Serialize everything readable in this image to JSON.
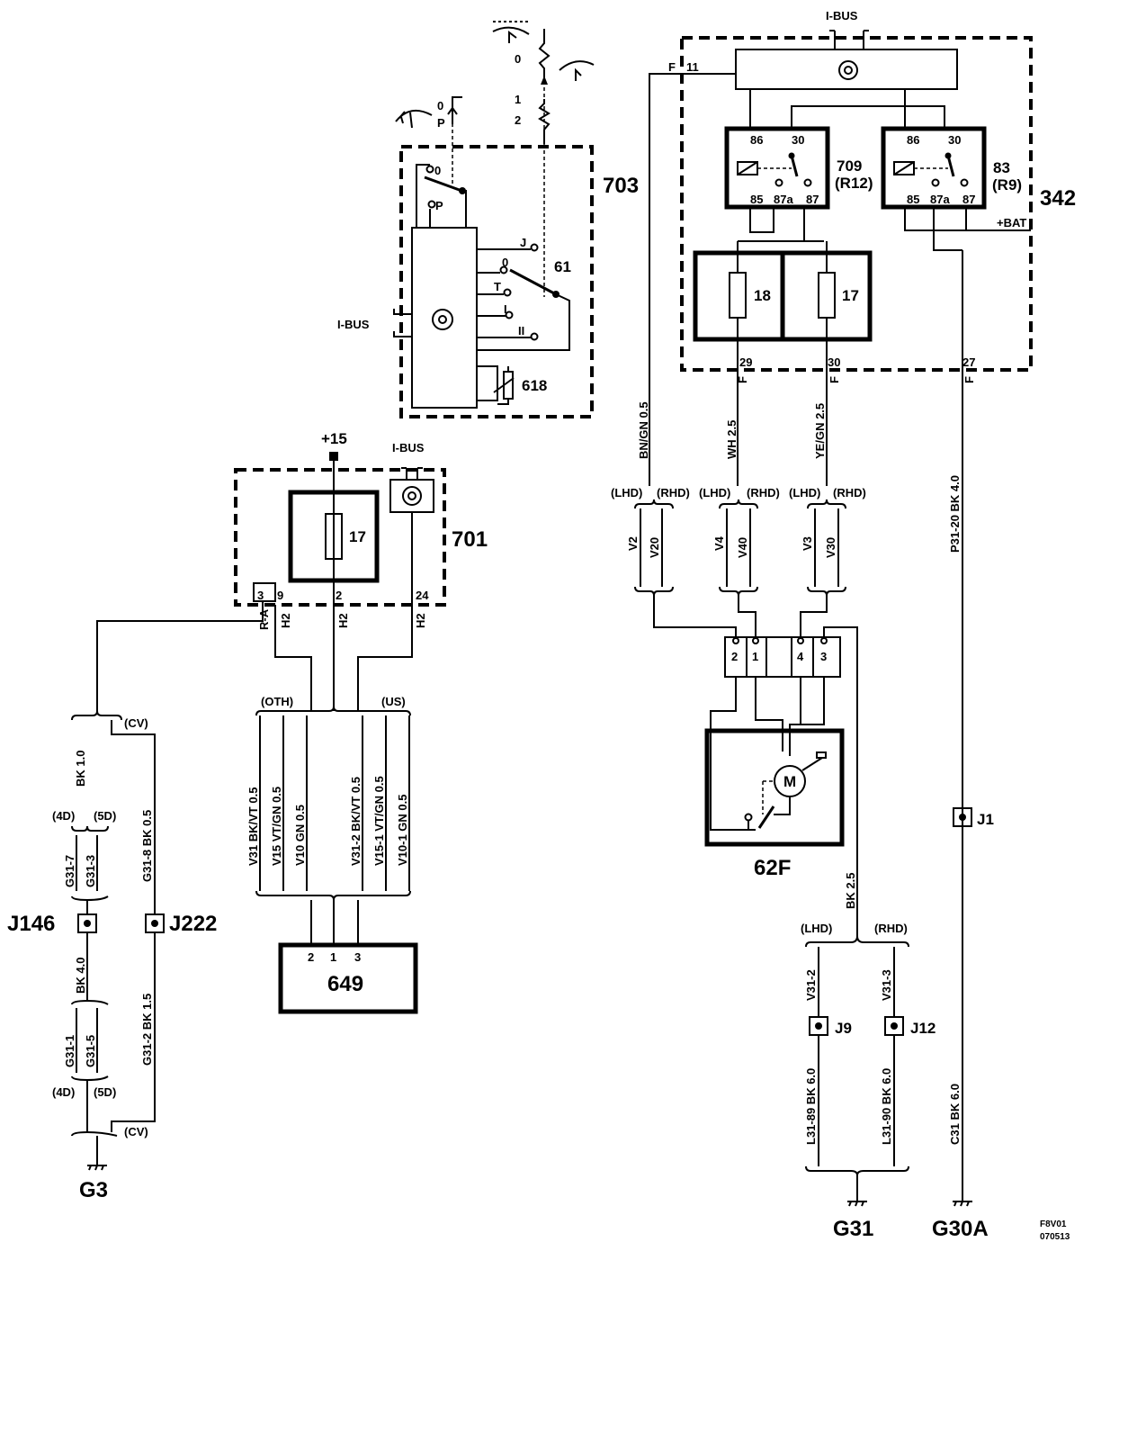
{
  "components": {
    "c703": "703",
    "c61": "61",
    "c618": "618",
    "c701": "701",
    "c342": "342",
    "relay709": "709",
    "relay709_sub": "(R12)",
    "relay83": "83",
    "relay83_sub": "(R9)",
    "motor62F": "62F",
    "c649": "649",
    "motor": "M"
  },
  "buses": {
    "ibus": "I-BUS",
    "plus15": "+15",
    "bat": "+BAT"
  },
  "switch_positions": {
    "wiper_p": "P",
    "wiper_0": "0",
    "sw_0": "0",
    "sw_j": "J",
    "sw_t": "T",
    "sw_i": "I",
    "sw_ii": "II",
    "int_0": "0",
    "int_1": "1",
    "int_2": "2",
    "park": "P"
  },
  "fuses": {
    "f18": "18",
    "f17": "17",
    "f17_701": "17"
  },
  "relay_pins": {
    "p86": "86",
    "p30": "30",
    "p85": "85",
    "p87a": "87a",
    "p87": "87"
  },
  "pins": {
    "p11": "11",
    "p29": "29",
    "p30": "30",
    "p27": "27",
    "p3": "3",
    "p9": "9",
    "p2": "2",
    "p24": "24",
    "c2": "2",
    "c1": "1",
    "c4": "4",
    "c3": "3",
    "b2": "2",
    "b1": "1",
    "b3": "3",
    "F": "F",
    "H2": "H2",
    "RA": "R-A"
  },
  "wires": {
    "bngn": "BN/GN  0.5",
    "wh": "WH  2.5",
    "yegn": "YE/GN  2.5",
    "p3120": "P31-20  BK  4.0",
    "bk25": "BK  2.5",
    "l3189": "L31-89  BK  6.0",
    "l3190": "L31-90  BK  6.0",
    "c31": "C31  BK  6.0",
    "v31": "V31  BK/VT  0.5",
    "v15": "V15  VT/GN  0.5",
    "v10": "V10  GN  0.5",
    "v312": "V31-2  BK/VT  0.5",
    "v151": "V15-1  VT/GN  0.5",
    "v101": "V10-1  GN  0.5",
    "bk10": "BK  1.0",
    "g318": "G31-8  BK  0.5",
    "bk40": "BK  4.0",
    "g312bk": "G31-2  BK  1.5"
  },
  "splices": {
    "v2": "V2",
    "v20": "V20",
    "v4": "V4",
    "v40": "V40",
    "v3": "V3",
    "v30": "V30",
    "v312": "V31-2",
    "v313": "V31-3",
    "g317": "G31-7",
    "g313": "G31-3",
    "g311": "G31-1",
    "g315": "G31-5"
  },
  "variants": {
    "lhd": "(LHD)",
    "rhd": "(RHD)",
    "oth": "(OTH)",
    "us": "(US)",
    "cv": "(CV)",
    "d4": "(4D)",
    "d5": "(5D)"
  },
  "junctions": {
    "j1": "J1",
    "j9": "J9",
    "j12": "J12",
    "j146": "J146",
    "j222": "J222"
  },
  "grounds": {
    "g3": "G3",
    "g31": "G31",
    "g30a": "G30A"
  },
  "footer": {
    "code": "F8V01",
    "date": "070513"
  }
}
